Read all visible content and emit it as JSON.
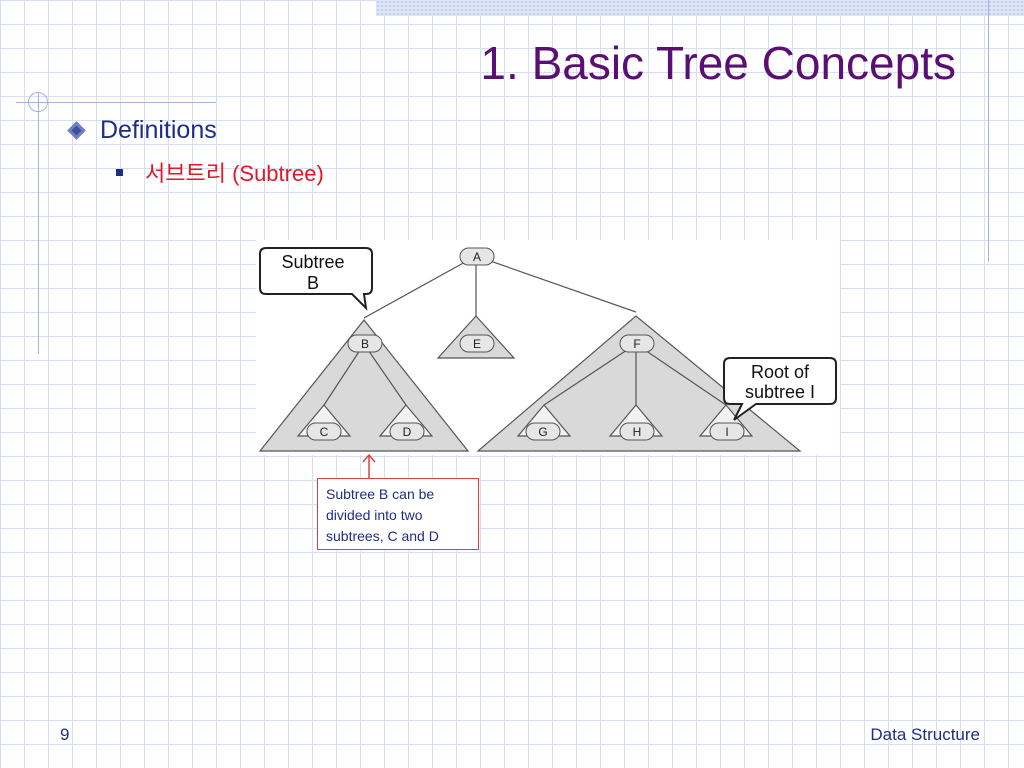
{
  "slide": {
    "title": "1. Basic Tree Concepts",
    "bullet_level1": "Definitions",
    "bullet_level2": "서브트리 (Subtree)",
    "page_number": "9",
    "footer": "Data Structure"
  },
  "diagram": {
    "nodes": [
      "A",
      "B",
      "E",
      "F",
      "C",
      "D",
      "G",
      "H",
      "I"
    ],
    "callout_subtree_b": [
      "Subtree",
      "B"
    ],
    "callout_root_i": [
      "Root of",
      "subtree I"
    ],
    "note": "Subtree B can be divided into two subtrees, C and D"
  },
  "colors": {
    "title": "#5b0f73",
    "bullet_text": "#1f2d86",
    "sub_bullet_text": "#e1172a",
    "triangle_fill": "#d9d9d9",
    "node_fill": "#e6e6e6",
    "note_border": "#e34040"
  }
}
